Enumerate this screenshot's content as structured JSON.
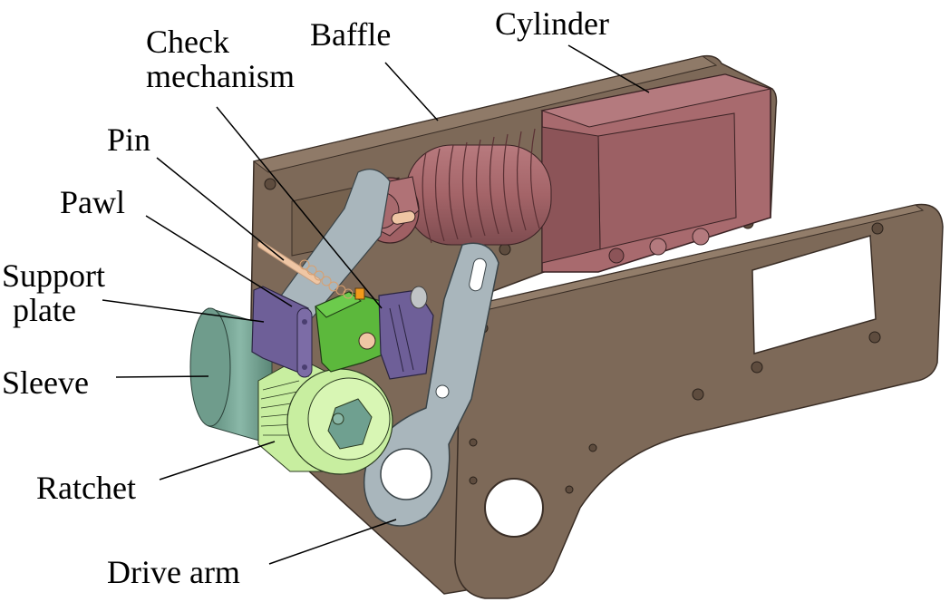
{
  "figure": {
    "type": "exploded mechanical assembly (CAD render)",
    "labels": {
      "check_mechanism": [
        "Check",
        "mechanism"
      ],
      "baffle": "Baffle",
      "cylinder": "Cylinder",
      "pin": "Pin",
      "pawl": "Pawl",
      "support_plate": [
        "Support",
        "plate"
      ],
      "sleeve": "Sleeve",
      "ratchet": "Ratchet",
      "drive_arm": "Drive arm"
    },
    "colors": {
      "baffle": "#7d6958",
      "baffle_edge": "#5e4c3e",
      "cylinder": "#a86a6e",
      "cylinder_dark": "#8c5458",
      "drive_arm": "#a9b6bc",
      "drive_arm_dark": "#8a989e",
      "pawl": "#5cb83c",
      "support_plate": "#6e5f98",
      "sleeve": "#6f9c8c",
      "ratchet": "#c8eea0",
      "pin": "#efc6a4",
      "spring_small": "#d8a070",
      "spring_tab": "#f29a1a",
      "leader_line": "#000000"
    }
  }
}
